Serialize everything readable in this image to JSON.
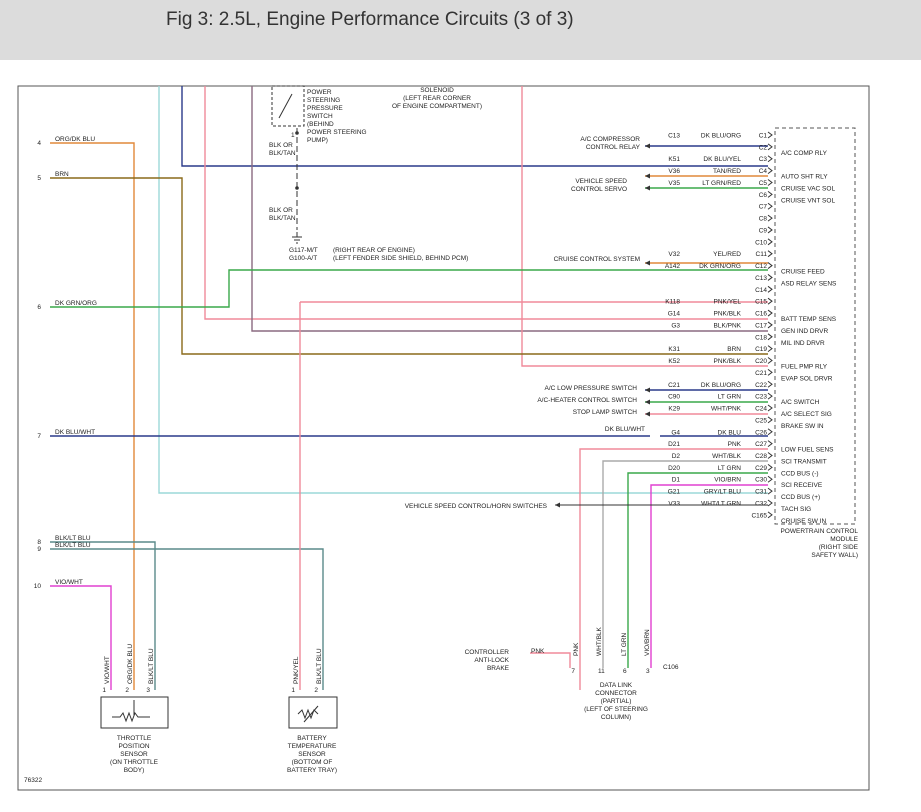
{
  "title": "Fig 3: 2.5L, Engine Performance Circuits (3 of 3)",
  "figure_id": "76322",
  "colors": {
    "orange": "#e0883a",
    "brown": "#8a6a1a",
    "green": "#3aa84a",
    "dkblue": "#2a3a8a",
    "magenta": "#e040d0",
    "pink": "#f08a9a",
    "mauve": "#8a6a80",
    "cyan": "#9cd8d8",
    "teal": "#5a8a8a",
    "gray": "#aaaaaa"
  },
  "top_labels": {
    "solenoid": [
      "SOLENOID",
      "(LEFT REAR CORNER",
      "OF ENGINE COMPARTMENT)"
    ],
    "ps_switch": [
      "POWER",
      "STEERING",
      "PRESSURE",
      "SWITCH",
      "(BEHIND",
      "POWER STEERING",
      "PUMP)"
    ],
    "ps_pin": "1",
    "wire1": [
      "BLK OR",
      "BLK/TAN"
    ],
    "wire2": [
      "BLK OR",
      "BLK/TAN"
    ],
    "ground1": "G117-M/T",
    "ground2": "G100-A/T",
    "ground1_desc": "(RIGHT REAR OF ENGINE)",
    "ground2_desc": "(LEFT FENDER SIDE SHIELD, BEHIND PCM)"
  },
  "left_wires": [
    {
      "num": "4",
      "label": "ORG/DK BLU"
    },
    {
      "num": "5",
      "label": "BRN"
    },
    {
      "num": "6",
      "label": "DK GRN/ORG"
    },
    {
      "num": "7",
      "label": "DK BLU/WHT"
    },
    {
      "num": "8",
      "label": "BLK/LT BLU"
    },
    {
      "num": "9",
      "label": "BLK/LT BLU"
    },
    {
      "num": "10",
      "label": "VIO/WHT"
    }
  ],
  "pcm_rows": [
    {
      "circuit": "C13",
      "color": "DK BLU/ORG",
      "pin": "C1",
      "signal": ""
    },
    {
      "circuit": "",
      "color": "",
      "pin": "C2",
      "signal": "A/C COMP RLY"
    },
    {
      "circuit": "K51",
      "color": "DK BLU/YEL",
      "pin": "C3",
      "signal": ""
    },
    {
      "circuit": "V36",
      "color": "TAN/RED",
      "pin": "C4",
      "signal": "AUTO SHT RLY"
    },
    {
      "circuit": "V35",
      "color": "LT GRN/RED",
      "pin": "C5",
      "signal": "CRUISE VAC SOL"
    },
    {
      "circuit": "",
      "color": "",
      "pin": "C6",
      "signal": "CRUISE VNT SOL"
    },
    {
      "circuit": "",
      "color": "",
      "pin": "C7",
      "signal": ""
    },
    {
      "circuit": "",
      "color": "",
      "pin": "C8",
      "signal": ""
    },
    {
      "circuit": "",
      "color": "",
      "pin": "C9",
      "signal": ""
    },
    {
      "circuit": "",
      "color": "",
      "pin": "C10",
      "signal": ""
    },
    {
      "circuit": "V32",
      "color": "YEL/RED",
      "pin": "C11",
      "signal": ""
    },
    {
      "circuit": "A142",
      "color": "DK GRN/ORG",
      "pin": "C12",
      "signal": "CRUISE FEED"
    },
    {
      "circuit": "",
      "color": "",
      "pin": "C13",
      "signal": "ASD RELAY SENS"
    },
    {
      "circuit": "",
      "color": "",
      "pin": "C14",
      "signal": ""
    },
    {
      "circuit": "K118",
      "color": "PNK/YEL",
      "pin": "C15",
      "signal": ""
    },
    {
      "circuit": "G14",
      "color": "PNK/BLK",
      "pin": "C16",
      "signal": "BATT TEMP SENS"
    },
    {
      "circuit": "G3",
      "color": "BLK/PNK",
      "pin": "C17",
      "signal": "GEN IND DRVR"
    },
    {
      "circuit": "",
      "color": "",
      "pin": "C18",
      "signal": "MIL IND DRVR"
    },
    {
      "circuit": "K31",
      "color": "BRN",
      "pin": "C19",
      "signal": ""
    },
    {
      "circuit": "K52",
      "color": "PNK/BLK",
      "pin": "C20",
      "signal": "FUEL PMP RLY"
    },
    {
      "circuit": "",
      "color": "",
      "pin": "C21",
      "signal": "EVAP SOL DRVR"
    },
    {
      "circuit": "C21",
      "color": "DK BLU/ORG",
      "pin": "C22",
      "signal": ""
    },
    {
      "circuit": "C90",
      "color": "LT GRN",
      "pin": "C23",
      "signal": "A/C SWITCH"
    },
    {
      "circuit": "K29",
      "color": "WHT/PNK",
      "pin": "C24",
      "signal": "A/C SELECT SIG"
    },
    {
      "circuit": "",
      "color": "",
      "pin": "C25",
      "signal": "BRAKE SW IN"
    },
    {
      "circuit": "G4",
      "color": "DK BLU",
      "pin": "C26",
      "signal": ""
    },
    {
      "circuit": "D21",
      "color": "PNK",
      "pin": "C27",
      "signal": "LOW FUEL SENS"
    },
    {
      "circuit": "D2",
      "color": "WHT/BLK",
      "pin": "C28",
      "signal": "SCI TRANSMIT"
    },
    {
      "circuit": "D20",
      "color": "LT GRN",
      "pin": "C29",
      "signal": "CCD BUS (-)"
    },
    {
      "circuit": "D1",
      "color": "VIO/BRN",
      "pin": "C30",
      "signal": "SCI RECEIVE"
    },
    {
      "circuit": "G21",
      "color": "GRY/LT BLU",
      "pin": "C31",
      "signal": "CCD BUS (+)"
    },
    {
      "circuit": "V33",
      "color": "WHT/LT GRN",
      "pin": "C32",
      "signal": "TACH SIG"
    },
    {
      "circuit": "",
      "color": "",
      "pin": "C165",
      "signal": "CRUISE SW IN"
    }
  ],
  "devices": {
    "ac_comp": [
      "A/C COMPRESSOR",
      "CONTROL RELAY"
    ],
    "vss": [
      "VEHICLE SPEED",
      "CONTROL SERVO"
    ],
    "cruise_sys": "CRUISE CONTROL SYSTEM",
    "ac_low": "A/C LOW PRESSURE SWITCH",
    "ac_heater": "A/C-HEATER CONTROL SWITCH",
    "stop_lamp": "STOP LAMP SWITCH",
    "dkblu_wht": "DK BLU/WHT",
    "horn": "VEHICLE SPEED CONTROL/HORN SWITCHES"
  },
  "pcm_name": [
    "POWERTRAIN CONTROL",
    "MODULE",
    "(RIGHT SIDE",
    "SAFETY WALL)"
  ],
  "bottom": {
    "tps_pins": [
      "1",
      "2",
      "3"
    ],
    "tps_wires": [
      "VIO/WHT",
      "ORG/DK BLU",
      "BLK/LT BLU"
    ],
    "tps_name": [
      "THROTTLE",
      "POSITION",
      "SENSOR",
      "(ON THROTTLE",
      "BODY)"
    ],
    "bts_pins": [
      "1",
      "2"
    ],
    "bts_wires": [
      "PNK/YEL",
      "BLK/LT BLU"
    ],
    "bts_name": [
      "BATTERY",
      "TEMPERATURE",
      "SENSOR",
      "(BOTTOM OF",
      "BATTERY TRAY)"
    ],
    "dlc_wires": [
      "PNK",
      "WHT/BLK",
      "LT GRN",
      "VIO/BRN"
    ],
    "dlc_pins": [
      "7",
      "11",
      "6",
      "3"
    ],
    "dlc_conn": "C106",
    "dlc_name": [
      "DATA LINK",
      "CONNECTOR",
      "(PARTIAL)",
      "(LEFT OF STEERING",
      "COLUMN)"
    ],
    "abs_name": [
      "CONTROLLER",
      "ANTI-LOCK",
      "BRAKE"
    ],
    "abs_wire": "PNK"
  }
}
